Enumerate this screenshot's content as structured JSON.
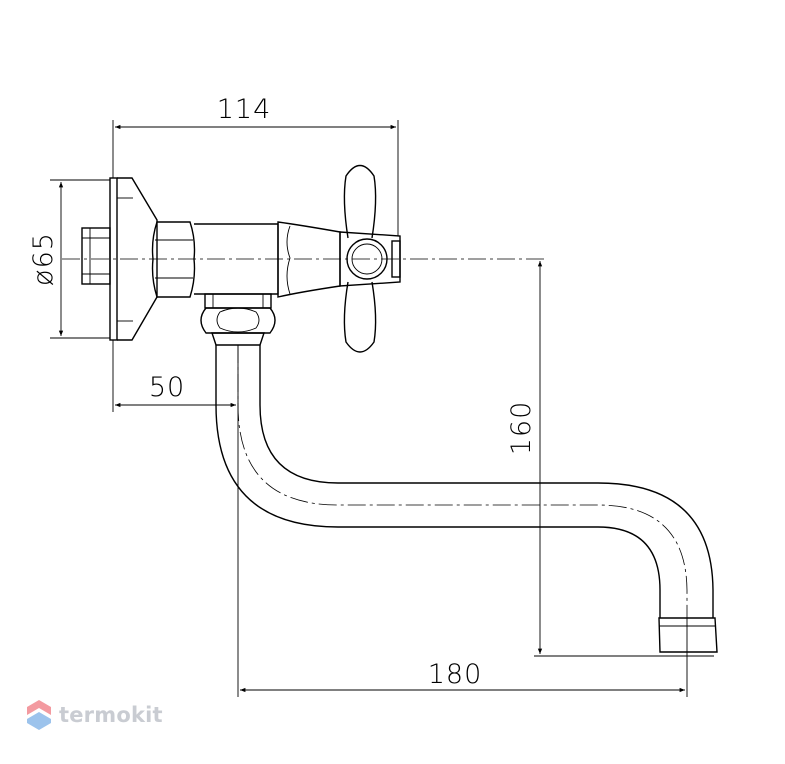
{
  "dimensions": {
    "overall_depth": "114",
    "flange_diameter": "ø65",
    "wall_to_spout_axis": "50",
    "height": "160",
    "spout_reach": "180"
  },
  "watermark": {
    "brand": "termokit",
    "accent_colors": [
      "#f39aa0",
      "#9cc3ec"
    ],
    "text_color": "#c9ccd2"
  }
}
